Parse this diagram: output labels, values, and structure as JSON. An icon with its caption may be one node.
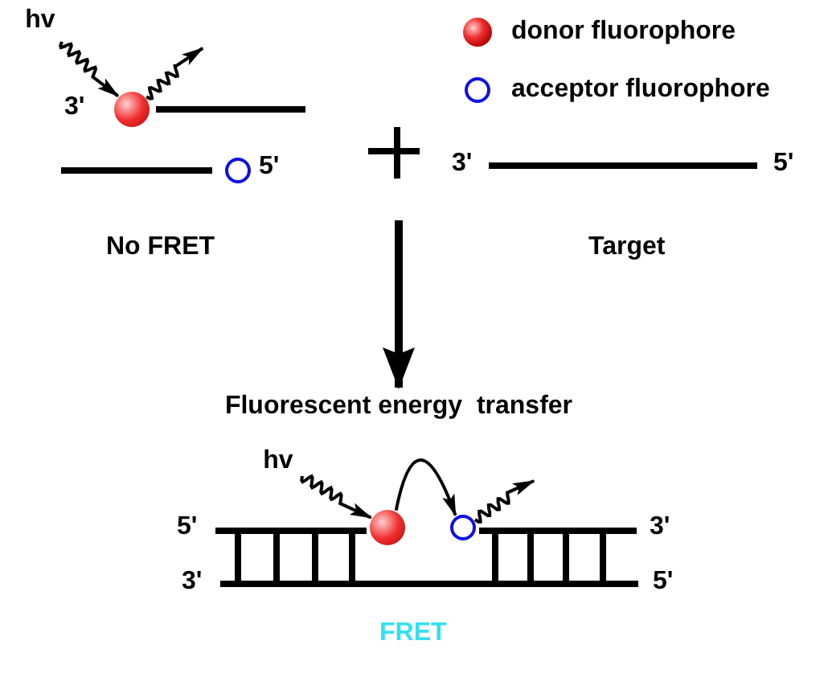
{
  "diagram": {
    "nodes": [
      {
        "text": [
          "hv"
        ]
      },
      {
        "text": [],
        "shape": "circle"
      },
      {
        "text": [],
        "shape": "circle"
      },
      {
        "text": [
          "Fluorescent energy  transfer"
        ]
      },
      {
        "text": [
          "hv"
        ]
      },
      {
        "text": [],
        "shape": "circle"
      },
      {
        "text": [],
        "shape": "circle"
      }
    ],
    "edges": [
      {
        "from": 0,
        "to": 1,
        "arrow": "to"
      },
      {
        "from": 1,
        "to": null,
        "arrow": "to"
      },
      {
        "from": null,
        "to": 3,
        "arrow": "to",
        "style": "thick"
      },
      {
        "from": 4,
        "to": 5,
        "arrow": "to"
      },
      {
        "from": 5,
        "to": 6,
        "arrow": "to"
      },
      {
        "from": 6,
        "to": null,
        "arrow": "to"
      }
    ],
    "labels": [
      "3'",
      "5'",
      "No FRET",
      "3'",
      "5'",
      "Target",
      "5'",
      "3'",
      "3'",
      "5'",
      "FRET"
    ],
    "legend": [
      {
        "text": "donor fluorophore"
      },
      {
        "text": "acceptor fluorophore"
      }
    ]
  }
}
